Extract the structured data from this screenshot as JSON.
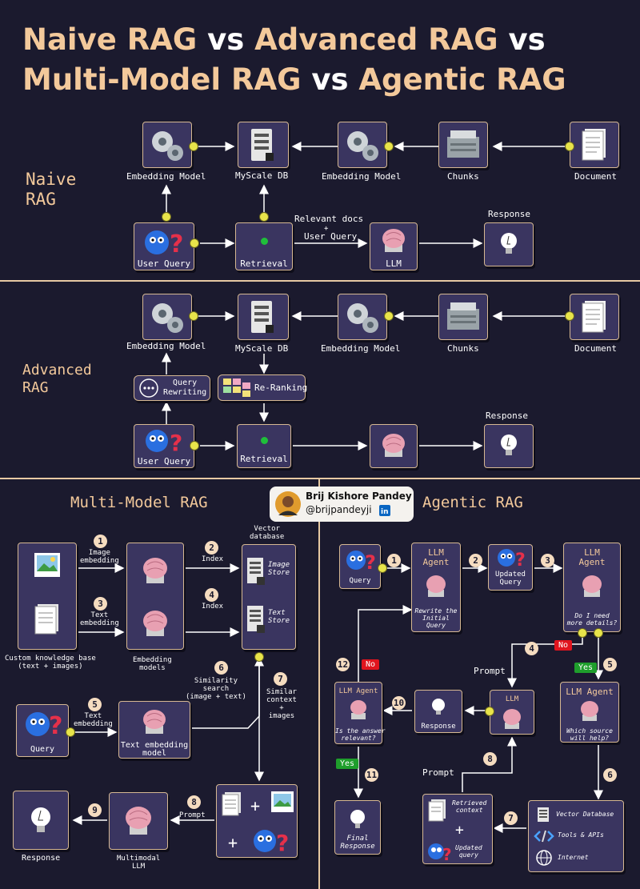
{
  "title": {
    "l1a": "Naive RAG",
    "l1b": "vs",
    "l1c": "Advanced RAG",
    "l1d": "vs",
    "l2a": "Multi-Model RAG",
    "l2b": "vs",
    "l2c": "Agentic RAG"
  },
  "naive": {
    "section": "Naive\nRAG",
    "embedding1": "Embedding Model",
    "db": "MyScale DB",
    "embedding2": "Embedding Model",
    "chunks": "Chunks",
    "document": "Document",
    "user_query": "User Query",
    "retrieval": "Retrieval",
    "llm": "LLM",
    "response": "Response",
    "relevant": "Relevant docs",
    "plus": "+",
    "uq": "User Query"
  },
  "advanced": {
    "section": "Advanced\nRAG",
    "embedding1": "Embedding Model",
    "db": "MyScale DB",
    "embedding2": "Embedding Model",
    "chunks": "Chunks",
    "document": "Document",
    "query_rewriting": "Query\nRewriting",
    "reranking": "Re-Ranking",
    "user_query": "User Query",
    "retrieval": "Retrieval",
    "response": "Response"
  },
  "author": {
    "name": "Brij Kishore Pandey",
    "handle": "@brijpandeyji"
  },
  "multi": {
    "section": "Multi-Model RAG",
    "kb": "Custom knowledge base\n(text + images)",
    "n1": "1",
    "s1": "Image\nembedding",
    "n2": "2",
    "s2": "Index",
    "n3": "3",
    "s3": "Text\nembedding",
    "n4": "4",
    "s4": "Index",
    "vdb": "Vector\ndatabase",
    "image_store": "Image\nStore",
    "text_store": "Text\nStore",
    "emb_models": "Embedding\nmodels",
    "n5": "5",
    "s5": "Text\nembedding",
    "query": "Query",
    "tem": "Text embedding\nmodel",
    "n6": "6",
    "s6": "Similarity\nsearch\n(image + text)",
    "n7": "7",
    "s7": "Similar\ncontext\n+\nimages",
    "n8": "8",
    "s8": "Prompt",
    "n9": "9",
    "response": "Response",
    "mllm": "Multimodal\nLLM"
  },
  "agentic": {
    "section": "Agentic RAG",
    "query": "Query",
    "n1": "1",
    "agent1": "LLM\nAgent",
    "agent1_sub": "Rewrite the\nInitial\nQuery",
    "n2": "2",
    "updated": "Updated\nQuery",
    "n3": "3",
    "agent2": "LLM\nAgent",
    "agent2_sub": "Do I need\nmore details?",
    "n4": "4",
    "no1": "No",
    "yes1": "Yes",
    "n5": "5",
    "prompt1": "Prompt",
    "llm": "LLM",
    "agent3": "LLM Agent",
    "agent3_sub": "Which source\nwill help?",
    "n12": "12",
    "no2": "No",
    "agent4": "LLM Agent",
    "agent4_sub": "Is the answer\nrelevant?",
    "n10": "10",
    "response": "Response",
    "n6": "6",
    "n8": "8",
    "prompt2": "Prompt",
    "yes2": "Yes",
    "n11": "11",
    "final": "Final\nResponse",
    "retrieved": "Retrieved\ncontext",
    "plus": "+",
    "updated_q": "Updated\nquery",
    "n7": "7",
    "vdb": "Vector Database",
    "tools": "Tools & APIs",
    "internet": "Internet"
  },
  "colors": {
    "bg": "#1b1a2e",
    "accent": "#f3c99b",
    "box": "#3a3560",
    "dot": "#e8e44a",
    "no": "#e0141e",
    "yes": "#1f9e2c"
  }
}
